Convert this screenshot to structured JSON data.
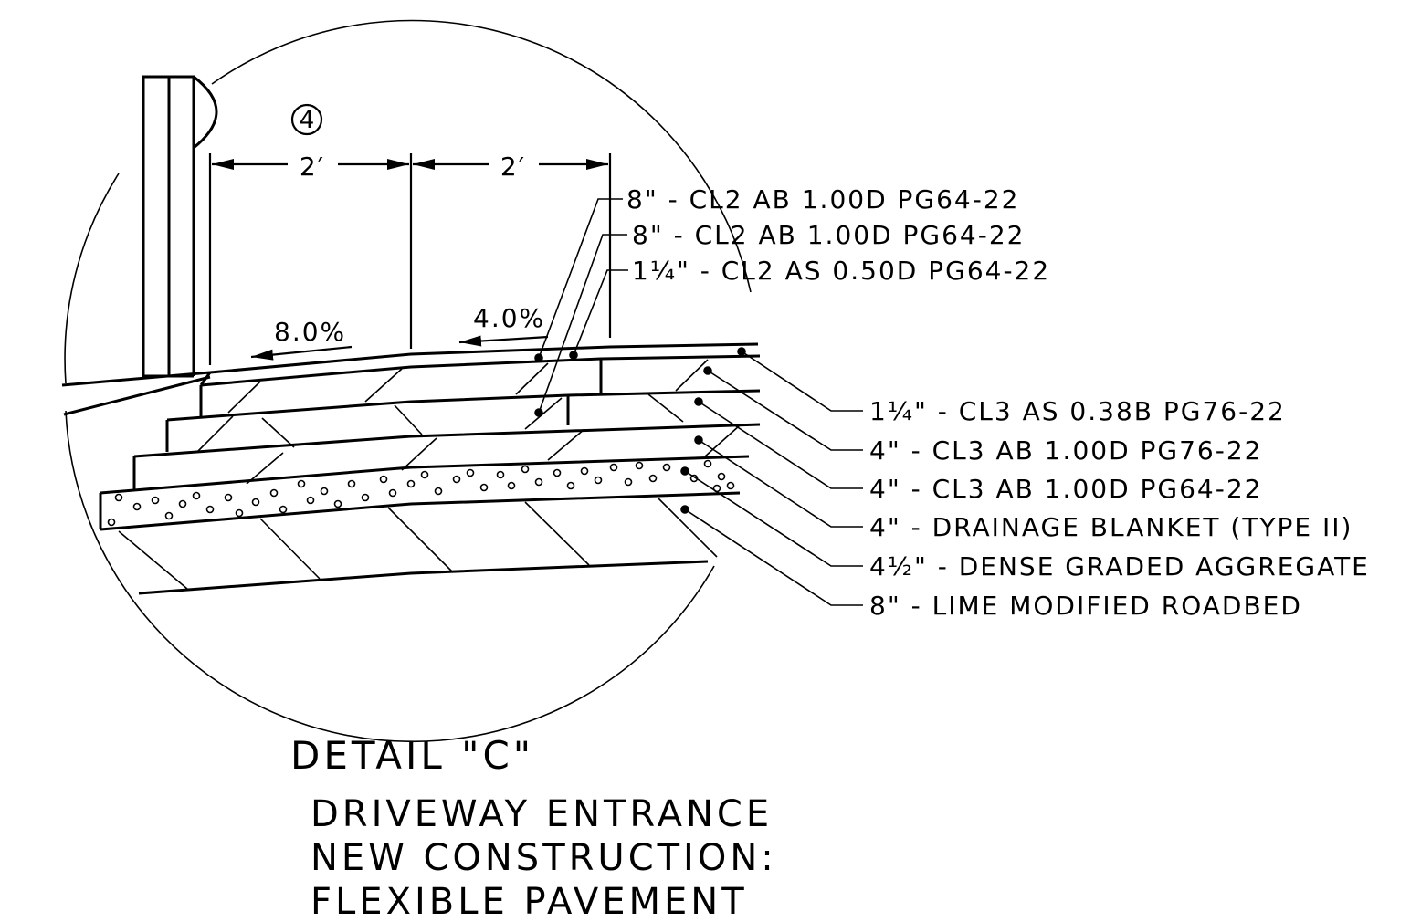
{
  "circled_marker": "4",
  "dimensions": {
    "left_width": "2′",
    "right_width": "2′"
  },
  "slopes": {
    "left": "8.0%",
    "right": "4.0%"
  },
  "top_callouts": [
    "8\" - CL2 AB 1.00D PG64-22",
    "8\" - CL2 AB 1.00D PG64-22",
    "1¼\" - CL2 AS 0.50D PG64-22"
  ],
  "right_callouts": [
    "1¼\" - CL3 AS 0.38B PG76-22",
    "4\" - CL3 AB 1.00D PG76-22",
    "4\" - CL3 AB 1.00D PG64-22",
    "4\" - DRAINAGE BLANKET (TYPE II)",
    "4½\" - DENSE GRADED AGGREGATE",
    "8\" - LIME MODIFIED ROADBED"
  ],
  "detail_title": "DETAIL \"C\"",
  "subtitle_lines": [
    "DRIVEWAY ENTRANCE",
    "NEW CONSTRUCTION:",
    "FLEXIBLE PAVEMENT"
  ]
}
